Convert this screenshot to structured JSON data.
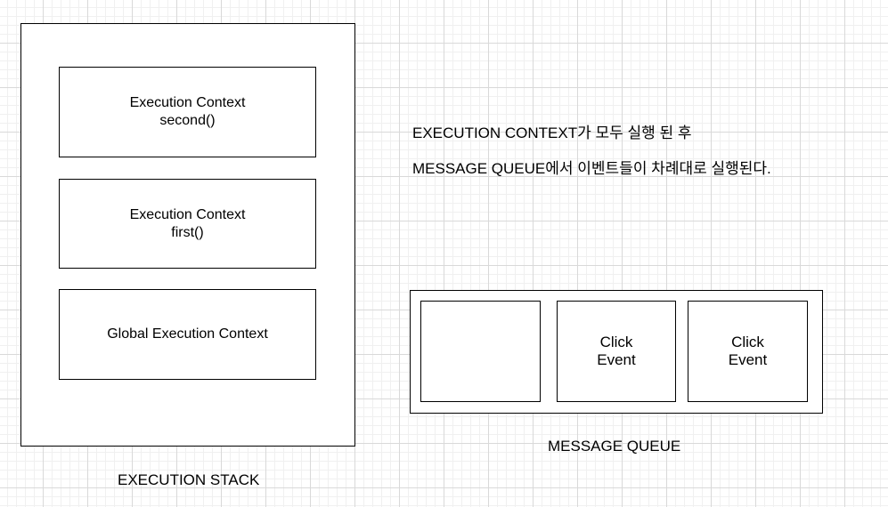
{
  "execution_stack": {
    "label": "EXECUTION STACK",
    "contexts": [
      {
        "line1": "Execution Context",
        "line2": "second()"
      },
      {
        "line1": "Execution Context",
        "line2": "first()"
      },
      {
        "line1": "Global Execution Context",
        "line2": ""
      }
    ]
  },
  "notes": {
    "line1": "EXECUTION CONTEXT가 모두 실행 된 후",
    "line2": "MESSAGE QUEUE에서 이벤트들이 차례대로 실행된다."
  },
  "message_queue": {
    "label": "MESSAGE QUEUE",
    "cells": [
      {
        "line1": "",
        "line2": ""
      },
      {
        "line1": "Click",
        "line2": "Event"
      },
      {
        "line1": "Click",
        "line2": "Event"
      }
    ]
  }
}
